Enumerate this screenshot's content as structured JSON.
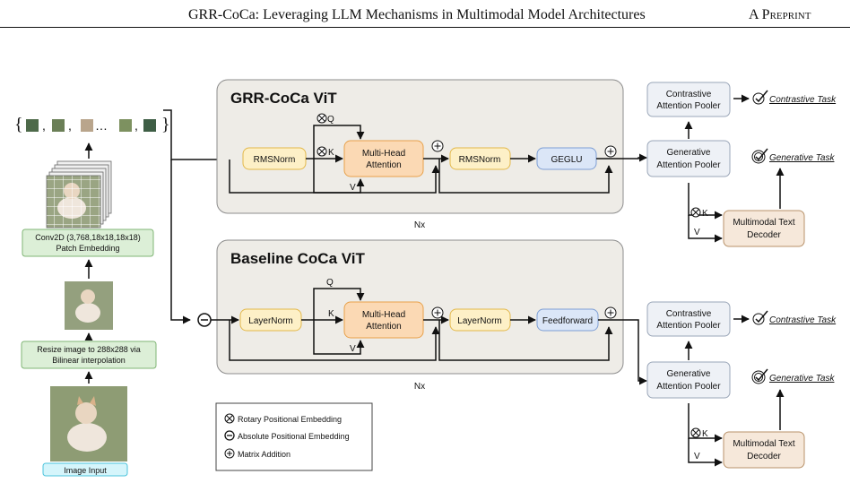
{
  "header": {
    "title": "GRR-CoCa: Leveraging LLM Mechanisms in Multimodal Model Architectures",
    "right": "A Preprint"
  },
  "left": {
    "conv_line1": "Conv2D (3,768,18x18,18x18)",
    "conv_line2": "Patch Embedding",
    "resize_line1": "Resize image to 288x288 via",
    "resize_line2": "Bilinear interpolation",
    "input_label": "Image Input",
    "patch_ellipsis": "…"
  },
  "grr": {
    "title": "GRR-CoCa ViT",
    "norm1": "RMSNorm",
    "attn_line1": "Multi-Head",
    "attn_line2": "Attention",
    "norm2": "RMSNorm",
    "ffn": "GEGLU",
    "repeat": "Nx",
    "q": "Q",
    "k": "K",
    "v": "V"
  },
  "base": {
    "title": "Baseline CoCa ViT",
    "norm1": "LayerNorm",
    "attn_line1": "Multi-Head",
    "attn_line2": "Attention",
    "norm2": "LayerNorm",
    "ffn": "Feedforward",
    "repeat": "Nx",
    "q": "Q",
    "k": "K",
    "v": "V"
  },
  "heads": {
    "contrastive_line1": "Contrastive",
    "contrastive_line2": "Attention Pooler",
    "generative_line1": "Generative",
    "generative_line2": "Attention Pooler",
    "decoder_line1": "Multimodal Text",
    "decoder_line2": "Decoder",
    "contrastive_task": "Contrastive Task",
    "generative_task": "Generative Task",
    "k": "K",
    "v": "V"
  },
  "legend": {
    "rotary": "Rotary Positional Embedding",
    "absolute": "Absolute Positional Embedding",
    "addition": "Matrix Addition"
  },
  "colors": {
    "norm_fill": "#fdf0c7",
    "norm_stroke": "#e3b84a",
    "attn_fill": "#fbd9b4",
    "attn_stroke": "#e8a14a",
    "ffn_fill": "#dbe6f7",
    "ffn_stroke": "#7d9ed4",
    "panel_fill": "#eeece7",
    "panel_stroke": "#8c8c8c",
    "green_fill": "#dcefd7",
    "green_stroke": "#7fb574",
    "pooler_fill": "#eef1f6",
    "pooler_stroke": "#9aa6b8",
    "decoder_fill": "#f6e8da",
    "decoder_stroke": "#b8926a",
    "input_fill": "#d5f5fb",
    "input_stroke": "#4cc4dc"
  }
}
